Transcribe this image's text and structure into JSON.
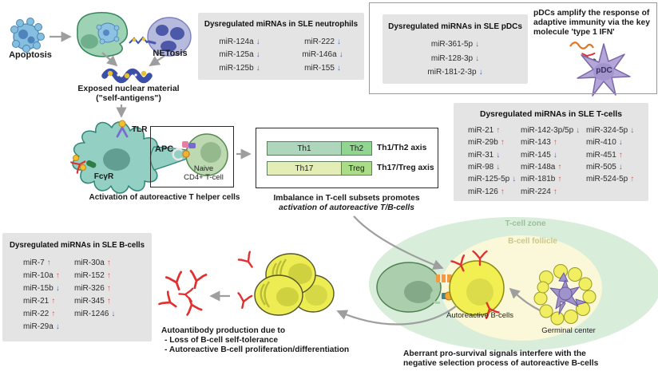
{
  "palette": {
    "up_arrow_red": "#e0524a",
    "down_arrow_blue": "#4f6fba",
    "box_gray": "#e4e4e4",
    "tcell_zone_green": "#d8eeda",
    "bcell_follicle_yellow": "#faf8d8",
    "antibody_red": "#e03030",
    "apc_teal": "#93cfc3",
    "bcell_yellow": "#f2ef52"
  },
  "illustration": {
    "apoptosis_label": "Apoptosis",
    "netosis_label": "NETosis",
    "nuclear_line1": "Exposed nuclear material",
    "nuclear_line2": "(\"self-antigens\")",
    "tlr_label": "TLR",
    "fcyr_label": "FcγR",
    "apc_label": "APC",
    "naive_line1": "Naive",
    "naive_line2": "CD4+ T-cell",
    "activation_caption": "Activation of autoreactive T helper cells"
  },
  "neutrophil_box": {
    "title": "Dysregulated miRNAs in SLE neutrophils",
    "col1": [
      {
        "n": "miR-124a",
        "d": "down"
      },
      {
        "n": "miR-125a",
        "d": "down"
      },
      {
        "n": "miR-125b",
        "d": "down"
      }
    ],
    "col2": [
      {
        "n": "miR-222",
        "d": "down"
      },
      {
        "n": "miR-146a",
        "d": "down"
      },
      {
        "n": "miR-155",
        "d": "down"
      }
    ]
  },
  "pdc_panel": {
    "box_title": "Dysregulated miRNAs in SLE pDCs",
    "items": [
      {
        "n": "miR-361-5p",
        "d": "down"
      },
      {
        "n": "miR-128-3p",
        "d": "down"
      },
      {
        "n": "miR-181-2-3p",
        "d": "down"
      }
    ],
    "caption": "pDCs amplify the response of adaptive immunity via the key molecule 'type 1 IFN'",
    "cell_label": "pDC"
  },
  "tcell_box": {
    "title": "Dysregulated miRNAs in SLE T-cells",
    "col1": [
      {
        "n": "miR-21",
        "d": "up"
      },
      {
        "n": "miR-29b",
        "d": "up"
      },
      {
        "n": "miR-31",
        "d": "down"
      },
      {
        "n": "miR-98",
        "d": "down"
      },
      {
        "n": "miR-125-5p",
        "d": "down"
      },
      {
        "n": "miR-126",
        "d": "up"
      }
    ],
    "col2": [
      {
        "n": "miR-142-3p/5p",
        "d": "down"
      },
      {
        "n": "miR-143",
        "d": "up"
      },
      {
        "n": "miR-145",
        "d": "down"
      },
      {
        "n": "miR-148a",
        "d": "up"
      },
      {
        "n": "miR-181b",
        "d": "up"
      },
      {
        "n": "miR-224",
        "d": "up"
      }
    ],
    "col3": [
      {
        "n": "miR-324-5p",
        "d": "down"
      },
      {
        "n": "miR-410",
        "d": "down"
      },
      {
        "n": "miR-451",
        "d": "up"
      },
      {
        "n": "miR-505",
        "d": "down"
      },
      {
        "n": "miR-524-5p",
        "d": "up"
      }
    ]
  },
  "bcell_box": {
    "title": "Dysregulated miRNAs in SLE B-cells",
    "col1": [
      {
        "n": "miR-7",
        "d": "up"
      },
      {
        "n": "miR-10a",
        "d": "up"
      },
      {
        "n": "miR-15b",
        "d": "down"
      },
      {
        "n": "miR-21",
        "d": "up"
      },
      {
        "n": "miR-22",
        "d": "up"
      },
      {
        "n": "miR-29a",
        "d": "down"
      }
    ],
    "col2": [
      {
        "n": "miR-30a",
        "d": "up"
      },
      {
        "n": "miR-152",
        "d": "up"
      },
      {
        "n": "miR-326",
        "d": "up"
      },
      {
        "n": "miR-345",
        "d": "up"
      },
      {
        "n": "miR-1246",
        "d": "down"
      }
    ]
  },
  "axis_box": {
    "th1": "Th1",
    "th2": "Th2",
    "axis1": "Th1/Th2 axis",
    "th17": "Th17",
    "treg": "Treg",
    "axis2": "Th17/Treg axis",
    "caption1": "Imbalance in T-cell subsets promotes",
    "caption2": "activation of autoreactive T/B-cells"
  },
  "lymph_node": {
    "tcell_zone": "T-cell zone",
    "bcell_follicle": "B-cell follicle",
    "autoreactive_bcells": "Autoreactive B-cells",
    "germinal_center": "Germinal center",
    "caption1": "Aberrant pro-survival signals interfere with the",
    "caption2": "negative selection process of autoreactive B-cells"
  },
  "autoantibody": {
    "line1": "Autoantibody production due to",
    "line2": "- Loss of B-cell self-tolerance",
    "line3": "- Autoreactive B-cell proliferation/differentiation"
  }
}
